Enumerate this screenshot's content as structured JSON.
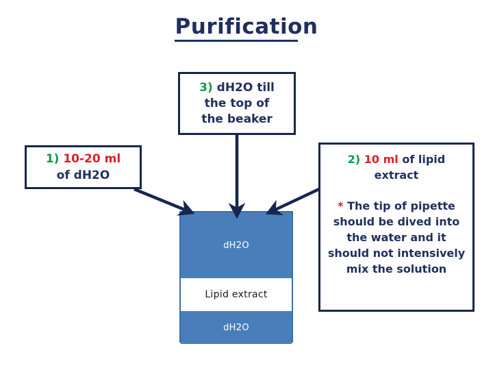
{
  "title": "Purification",
  "colors": {
    "navy": "#1f2f5e",
    "border_navy": "#17264f",
    "green": "#0f9a4a",
    "red": "#d81f26",
    "water_blue": "#4a7ebb",
    "beaker_border": "#3b6ca8",
    "background": "#ffffff"
  },
  "box_step1": {
    "number": "1)",
    "amount": "10-20 ml",
    "text": "of dH2O"
  },
  "box_step3": {
    "number": "3)",
    "line1_rest": "dH2O till",
    "line2": "the top of",
    "line3": "the beaker"
  },
  "box_step2": {
    "number": "2)",
    "amount": "10 ml",
    "text_rest": "of lipid",
    "line2": "extract",
    "note": {
      "marker": "*",
      "line1": "The tip of pipette",
      "line2": "should be dived into",
      "line3": "the water and it",
      "line4": "should not intensively",
      "line5": "mix the solution"
    }
  },
  "beaker": {
    "layers": [
      {
        "label": "dH2O",
        "kind": "water"
      },
      {
        "label": "Lipid extract",
        "kind": "lipid"
      },
      {
        "label": "dH2O",
        "kind": "water"
      }
    ]
  },
  "arrows": [
    {
      "name": "arrow-step1-to-beaker",
      "from": "box-step-1",
      "to": "beaker-top-left"
    },
    {
      "name": "arrow-step3-to-beaker",
      "from": "box-step-3",
      "to": "beaker-top-center"
    },
    {
      "name": "arrow-step2-to-beaker",
      "from": "box-step-2",
      "to": "beaker-top-right"
    }
  ]
}
